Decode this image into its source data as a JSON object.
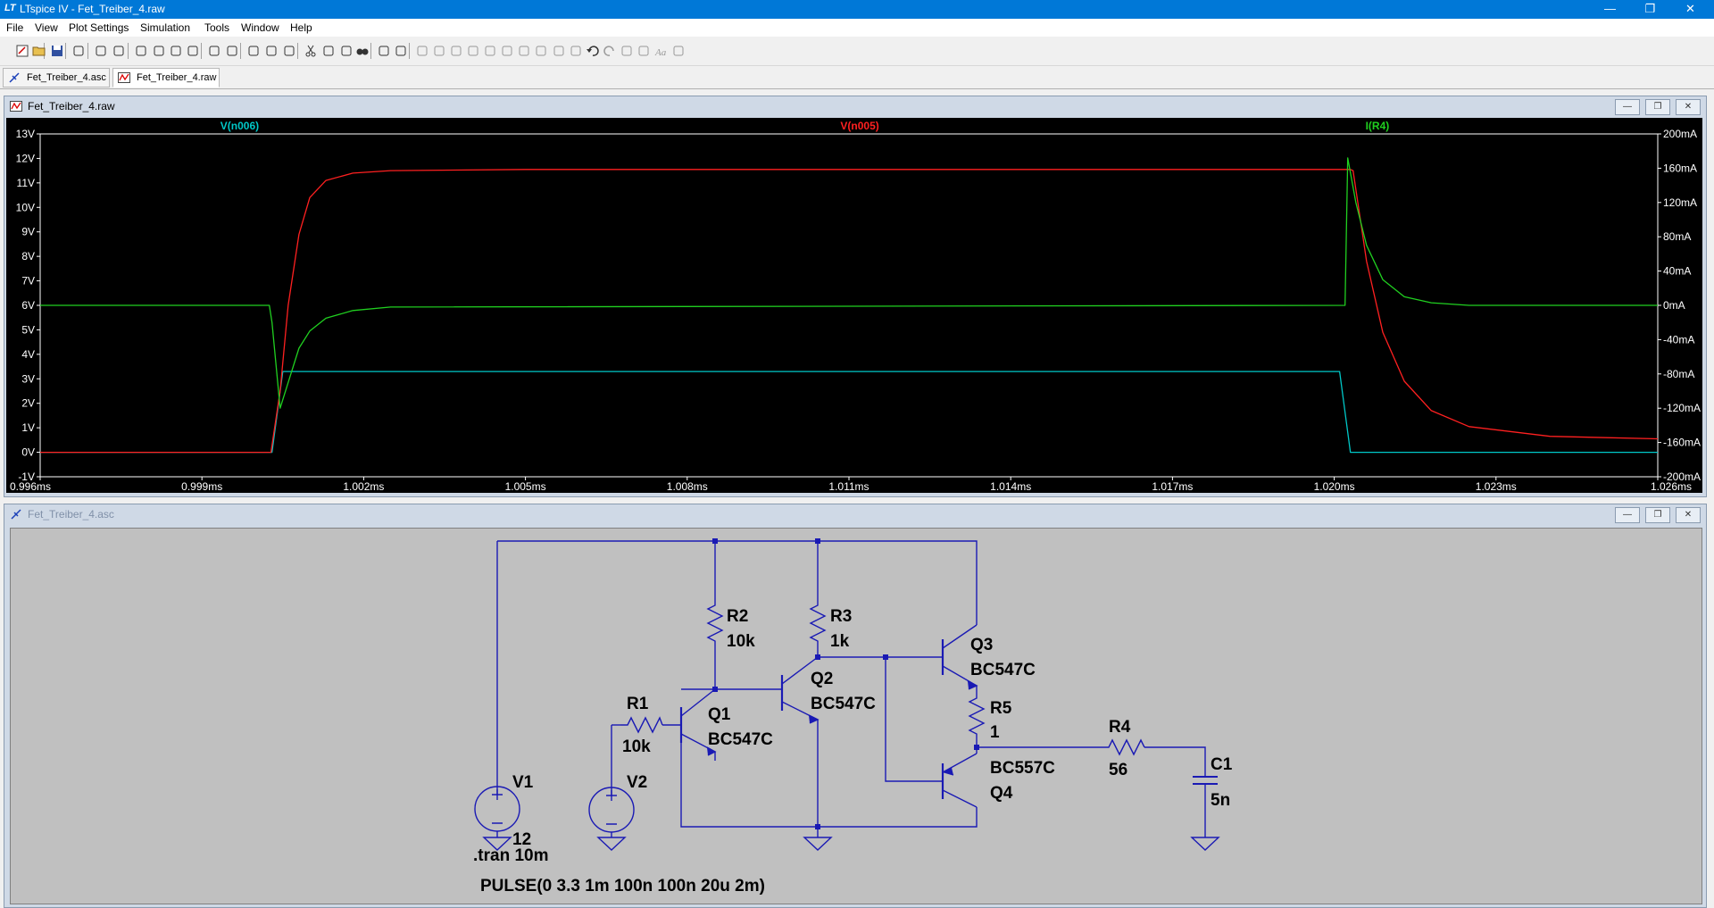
{
  "window": {
    "title": "LTspice IV - Fet_Treiber_4.raw",
    "app_icon": "ltspice-logo-icon",
    "controls": {
      "minimize": "—",
      "maximize": "❐",
      "close": "✕"
    }
  },
  "menu": [
    "File",
    "View",
    "Plot Settings",
    "Simulation",
    "Tools",
    "Window",
    "Help"
  ],
  "toolbar_icons": [
    "new-schematic-icon",
    "open-icon",
    "save-icon",
    "control-panel-icon",
    "run-icon",
    "pan-icon",
    "zoom-in-icon",
    "zoom-area-icon",
    "zoom-out-icon",
    "zoom-fit-icon",
    "autorange-icon",
    "mark-icon",
    "tile-horizontal-icon",
    "cascade-icon",
    "tile-icon",
    "cut-icon",
    "copy-icon",
    "paste-icon",
    "find-icon",
    "print-preview-icon",
    "print-icon",
    "wire-icon",
    "ground-icon",
    "label-icon",
    "resistor-icon",
    "capacitor-icon",
    "inductor-icon",
    "diode-icon",
    "component-icon",
    "move-icon",
    "drag-icon",
    "undo-icon",
    "redo-icon",
    "rotate-icon",
    "mirror-icon",
    "text-icon",
    "spice-directive-icon"
  ],
  "tabs": [
    {
      "label": "Fet_Treiber_4.asc",
      "icon": "schematic-icon",
      "active": false
    },
    {
      "label": "Fet_Treiber_4.raw",
      "icon": "waveform-icon",
      "active": true
    }
  ],
  "plot_window": {
    "title": "Fet_Treiber_4.raw",
    "icon": "waveform-icon",
    "background": "#000000",
    "chart_data": {
      "type": "line",
      "xlabel": "",
      "ylabel": "",
      "x_ticks": [
        "0.996ms",
        "0.999ms",
        "1.002ms",
        "1.005ms",
        "1.008ms",
        "1.011ms",
        "1.014ms",
        "1.017ms",
        "1.020ms",
        "1.023ms",
        "1.026ms"
      ],
      "xlim": [
        0.996,
        1.026
      ],
      "y_left_ticks": [
        "13V",
        "12V",
        "11V",
        "10V",
        "9V",
        "8V",
        "7V",
        "6V",
        "5V",
        "4V",
        "3V",
        "2V",
        "1V",
        "0V",
        "-1V"
      ],
      "y_left_lim": [
        -1,
        13
      ],
      "y_right_ticks": [
        "200mA",
        "160mA",
        "120mA",
        "80mA",
        "40mA",
        "0mA",
        "-40mA",
        "-80mA",
        "-120mA",
        "-160mA",
        "-200mA"
      ],
      "y_right_lim": [
        -200,
        200
      ],
      "grid": false,
      "series": [
        {
          "name": "V(n006)",
          "color": "#00c8c8",
          "axis": "left",
          "x": [
            0.996,
            1.0003,
            1.0005,
            1.0201,
            1.0203,
            1.026
          ],
          "y": [
            0,
            0,
            3.3,
            3.3,
            0,
            0
          ]
        },
        {
          "name": "V(n005)",
          "color": "#ff2020",
          "axis": "left",
          "x": [
            0.996,
            1.00028,
            1.00045,
            1.0006,
            1.0008,
            1.001,
            1.0013,
            1.0018,
            1.0025,
            1.005,
            1.0203,
            1.02035,
            1.0206,
            1.0209,
            1.0213,
            1.0218,
            1.0225,
            1.024,
            1.026
          ],
          "y": [
            0,
            0,
            2.5,
            6.0,
            8.9,
            10.4,
            11.1,
            11.4,
            11.5,
            11.55,
            11.55,
            11.5,
            7.8,
            4.9,
            2.9,
            1.7,
            1.05,
            0.65,
            0.55
          ]
        },
        {
          "name": "I(R4)",
          "color": "#20d020",
          "axis": "right",
          "x": [
            0.996,
            1.00025,
            1.0003,
            1.00045,
            1.0006,
            1.0008,
            1.001,
            1.0013,
            1.0018,
            1.0025,
            1.0202,
            1.02025,
            1.0204,
            1.0206,
            1.0209,
            1.0213,
            1.0218,
            1.0225,
            1.026
          ],
          "y": [
            0,
            0,
            -20,
            -120,
            -90,
            -50,
            -30,
            -15,
            -6,
            -2,
            0,
            172,
            120,
            70,
            30,
            10,
            3,
            0,
            0
          ]
        }
      ]
    }
  },
  "schematic_window": {
    "title": "Fet_Treiber_4.asc",
    "icon": "schematic-icon",
    "labels": {
      "R1": "R1",
      "R1v": "10k",
      "R2": "R2",
      "R2v": "10k",
      "R3": "R3",
      "R3v": "1k",
      "R4": "R4",
      "R4v": "56",
      "R5": "R5",
      "R5v": "1",
      "C1": "C1",
      "C1v": "5n",
      "Q1": "Q1",
      "Q1v": "BC547C",
      "Q2": "Q2",
      "Q2v": "BC547C",
      "Q3": "Q3",
      "Q3v": "BC547C",
      "Q4": "Q4",
      "Q4v": "BC557C",
      "V1": "V1",
      "V1v": "12",
      "V2": "V2",
      "tran": ".tran 10m",
      "pulse": "PULSE(0 3.3 1m 100n 100n 20u 2m)"
    }
  }
}
